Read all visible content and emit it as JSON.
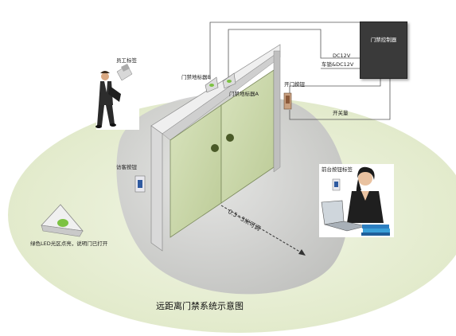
{
  "diagram": {
    "title": "远距离门禁系统示意图",
    "controller_label": "门禁控制器",
    "employee_tag_label": "员工标签",
    "reader_b_label": "门禁地标器B",
    "reader_a_label": "门禁地标器A",
    "lock_label": "开门按钮",
    "dc12v_label": "DC12V",
    "ac_dc12v_label": "车锁&DC12V",
    "switch_label": "开关量",
    "visitor_button_label": "访客按钮",
    "desk_reader_label": "前台按钮标签",
    "distance_label": "0.5~3米可调",
    "led_note": "绿色LED光区点亮，说明门已打开"
  },
  "colors": {
    "ellipse": "#e6eed2",
    "zone": "#cfcfcf",
    "door": "#cfdcaf",
    "controller": "#3a3a3a",
    "led": "#7cc242"
  }
}
